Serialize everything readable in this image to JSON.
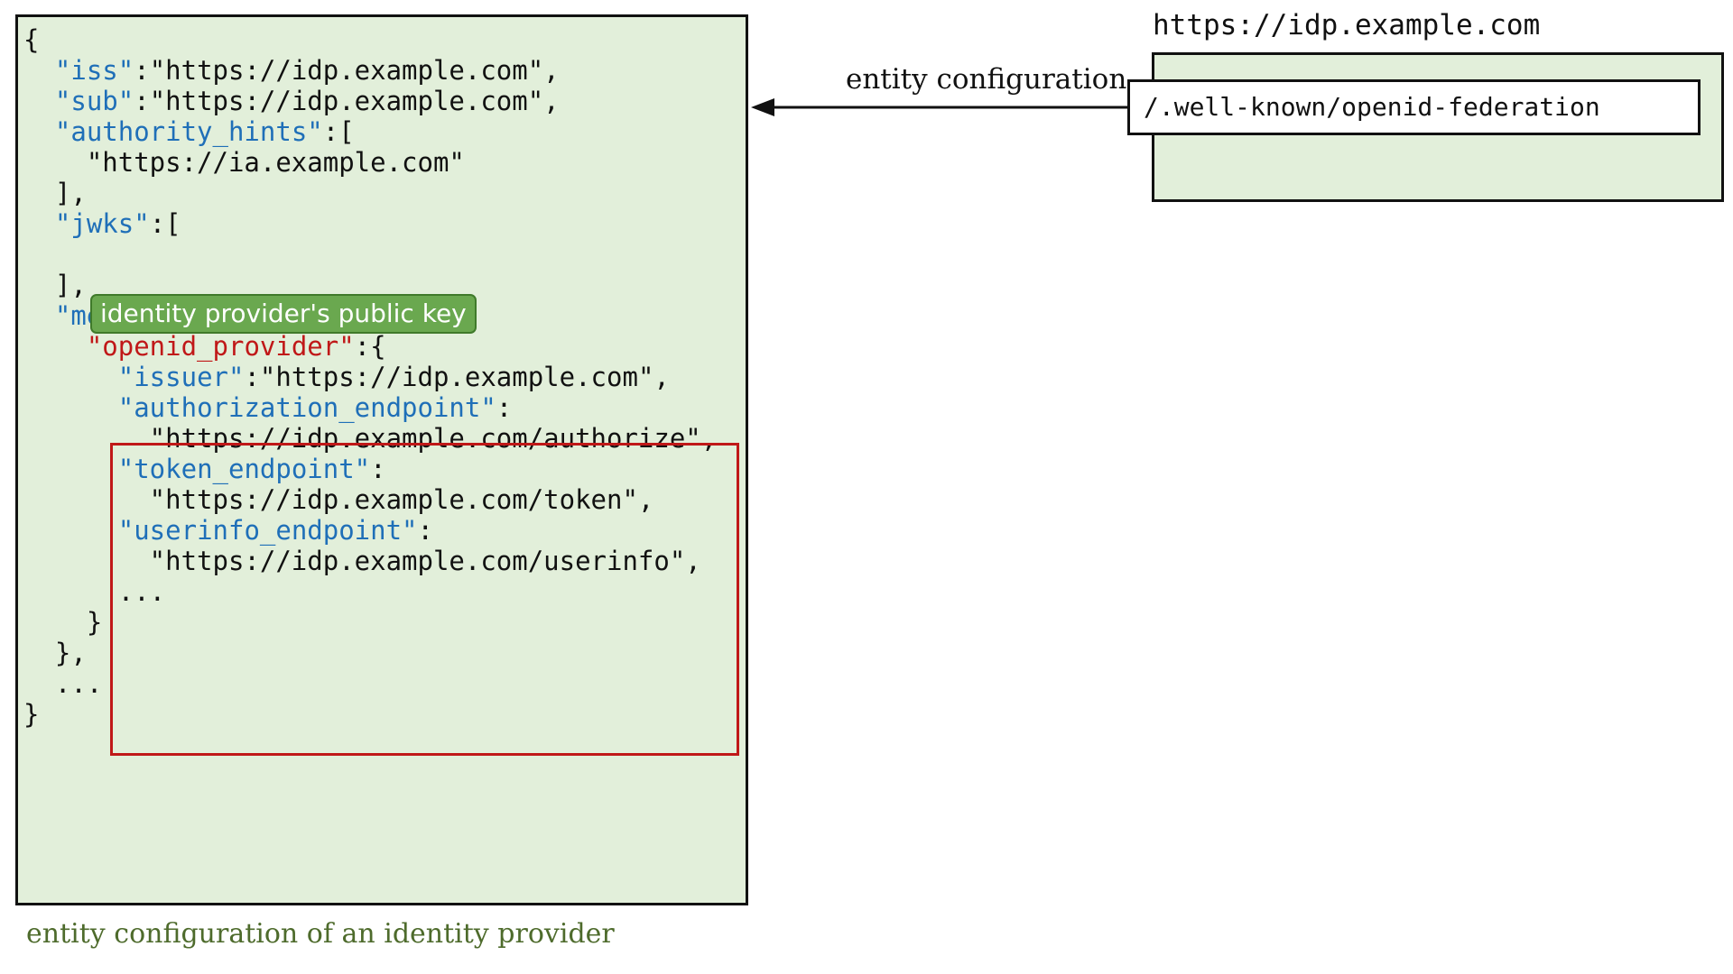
{
  "json_lines": [
    {
      "text": "{"
    },
    {
      "key": "\"iss\"",
      "key_style": "blue",
      "rest": ":\"https://idp.example.com\","
    },
    {
      "key": "\"sub\"",
      "key_style": "blue",
      "rest": ":\"https://idp.example.com\","
    },
    {
      "key": "\"authority_hints\"",
      "key_style": "blue",
      "rest": ":["
    },
    {
      "text": "    \"https://ia.example.com\""
    },
    {
      "text": "  ],"
    },
    {
      "key": "\"jwks\"",
      "key_style": "blue",
      "rest": ":["
    },
    {
      "text": ""
    },
    {
      "text": "  ],"
    },
    {
      "key": "\"metadata\"",
      "key_style": "blue",
      "rest": ":{"
    },
    {
      "key": "\"openid_provider\"",
      "key_style": "red",
      "rest": ":{"
    },
    {
      "key": "\"issuer\"",
      "key_style": "blue",
      "rest": ":\"https://idp.example.com\","
    },
    {
      "key": "\"authorization_endpoint\"",
      "key_style": "blue",
      "rest": ":"
    },
    {
      "text": "        \"https://idp.example.com/authorize\","
    },
    {
      "key": "\"token_endpoint\"",
      "key_style": "blue",
      "rest": ":"
    },
    {
      "text": "        \"https://idp.example.com/token\","
    },
    {
      "key": "\"userinfo_endpoint\"",
      "key_style": "blue",
      "rest": ":"
    },
    {
      "text": "        \"https://idp.example.com/userinfo\","
    },
    {
      "text": "      ..."
    },
    {
      "text": "    }"
    },
    {
      "text": "  },"
    },
    {
      "text": "  ..."
    },
    {
      "text": "}"
    }
  ],
  "public_key_badge": "identity provider's public key",
  "caption": "entity configuration of an identity provider",
  "host": "https://idp.example.com",
  "well_known_path": "/.well-known/openid-federation",
  "arrow_label": "entity configuration",
  "colors": {
    "panel_fill": "#e2efda",
    "key_blue": "#1f6fb8",
    "key_red": "#c01818",
    "badge_fill": "#6aa84f",
    "caption_text": "#4e6b2c"
  }
}
